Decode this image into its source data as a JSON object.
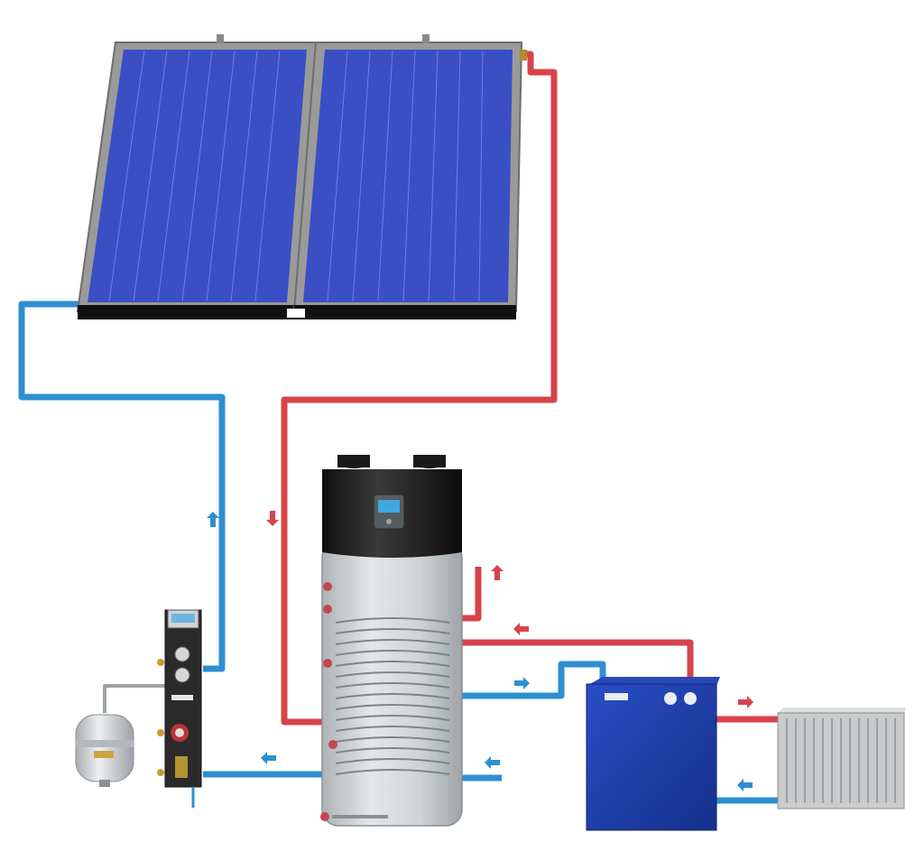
{
  "colors": {
    "background": "#ffffff",
    "hot_pipe": "#d8434a",
    "hot_pipe_dark": "#a8262c",
    "cold_pipe": "#2e8fd0",
    "cold_pipe_dark": "#1a5f96",
    "panel_blue": "#3a4fc4",
    "panel_frame": "#9a9a9a",
    "tank_cap": "#1e1e1e",
    "tank_body": "#d2d6d9",
    "boiler_blue": "#1d3aa8",
    "radiator": "#c9cbcd",
    "expansion_vessel": "#d9dbdd",
    "arrow_hot": "#d8434a",
    "arrow_cold": "#2e8fd0"
  },
  "components": [
    {
      "id": "solar-collector-left",
      "icon": "solar-panel-icon"
    },
    {
      "id": "solar-collector-right",
      "icon": "solar-panel-icon"
    },
    {
      "id": "heat-pump-water-heater",
      "icon": "heat-pump-tank-icon"
    },
    {
      "id": "pump-station",
      "icon": "pump-station-icon"
    },
    {
      "id": "expansion-vessel",
      "icon": "expansion-vessel-icon"
    },
    {
      "id": "boiler",
      "icon": "boiler-icon"
    },
    {
      "id": "radiator",
      "icon": "radiator-icon"
    }
  ],
  "flow_arrows": [
    {
      "id": "solar-return-up",
      "direction": "up",
      "type": "cold"
    },
    {
      "id": "solar-supply-down",
      "direction": "down",
      "type": "hot"
    },
    {
      "id": "hot-water-out-up",
      "direction": "up",
      "type": "hot"
    },
    {
      "id": "boiler-to-tank-left",
      "direction": "left",
      "type": "hot"
    },
    {
      "id": "tank-to-boiler-right",
      "direction": "right",
      "type": "cold"
    },
    {
      "id": "pump-to-tank-left",
      "direction": "left",
      "type": "cold"
    },
    {
      "id": "cold-water-in-left",
      "direction": "left",
      "type": "cold"
    },
    {
      "id": "boiler-to-radiator-right",
      "direction": "right",
      "type": "hot"
    },
    {
      "id": "radiator-return-left",
      "direction": "left",
      "type": "cold"
    }
  ]
}
